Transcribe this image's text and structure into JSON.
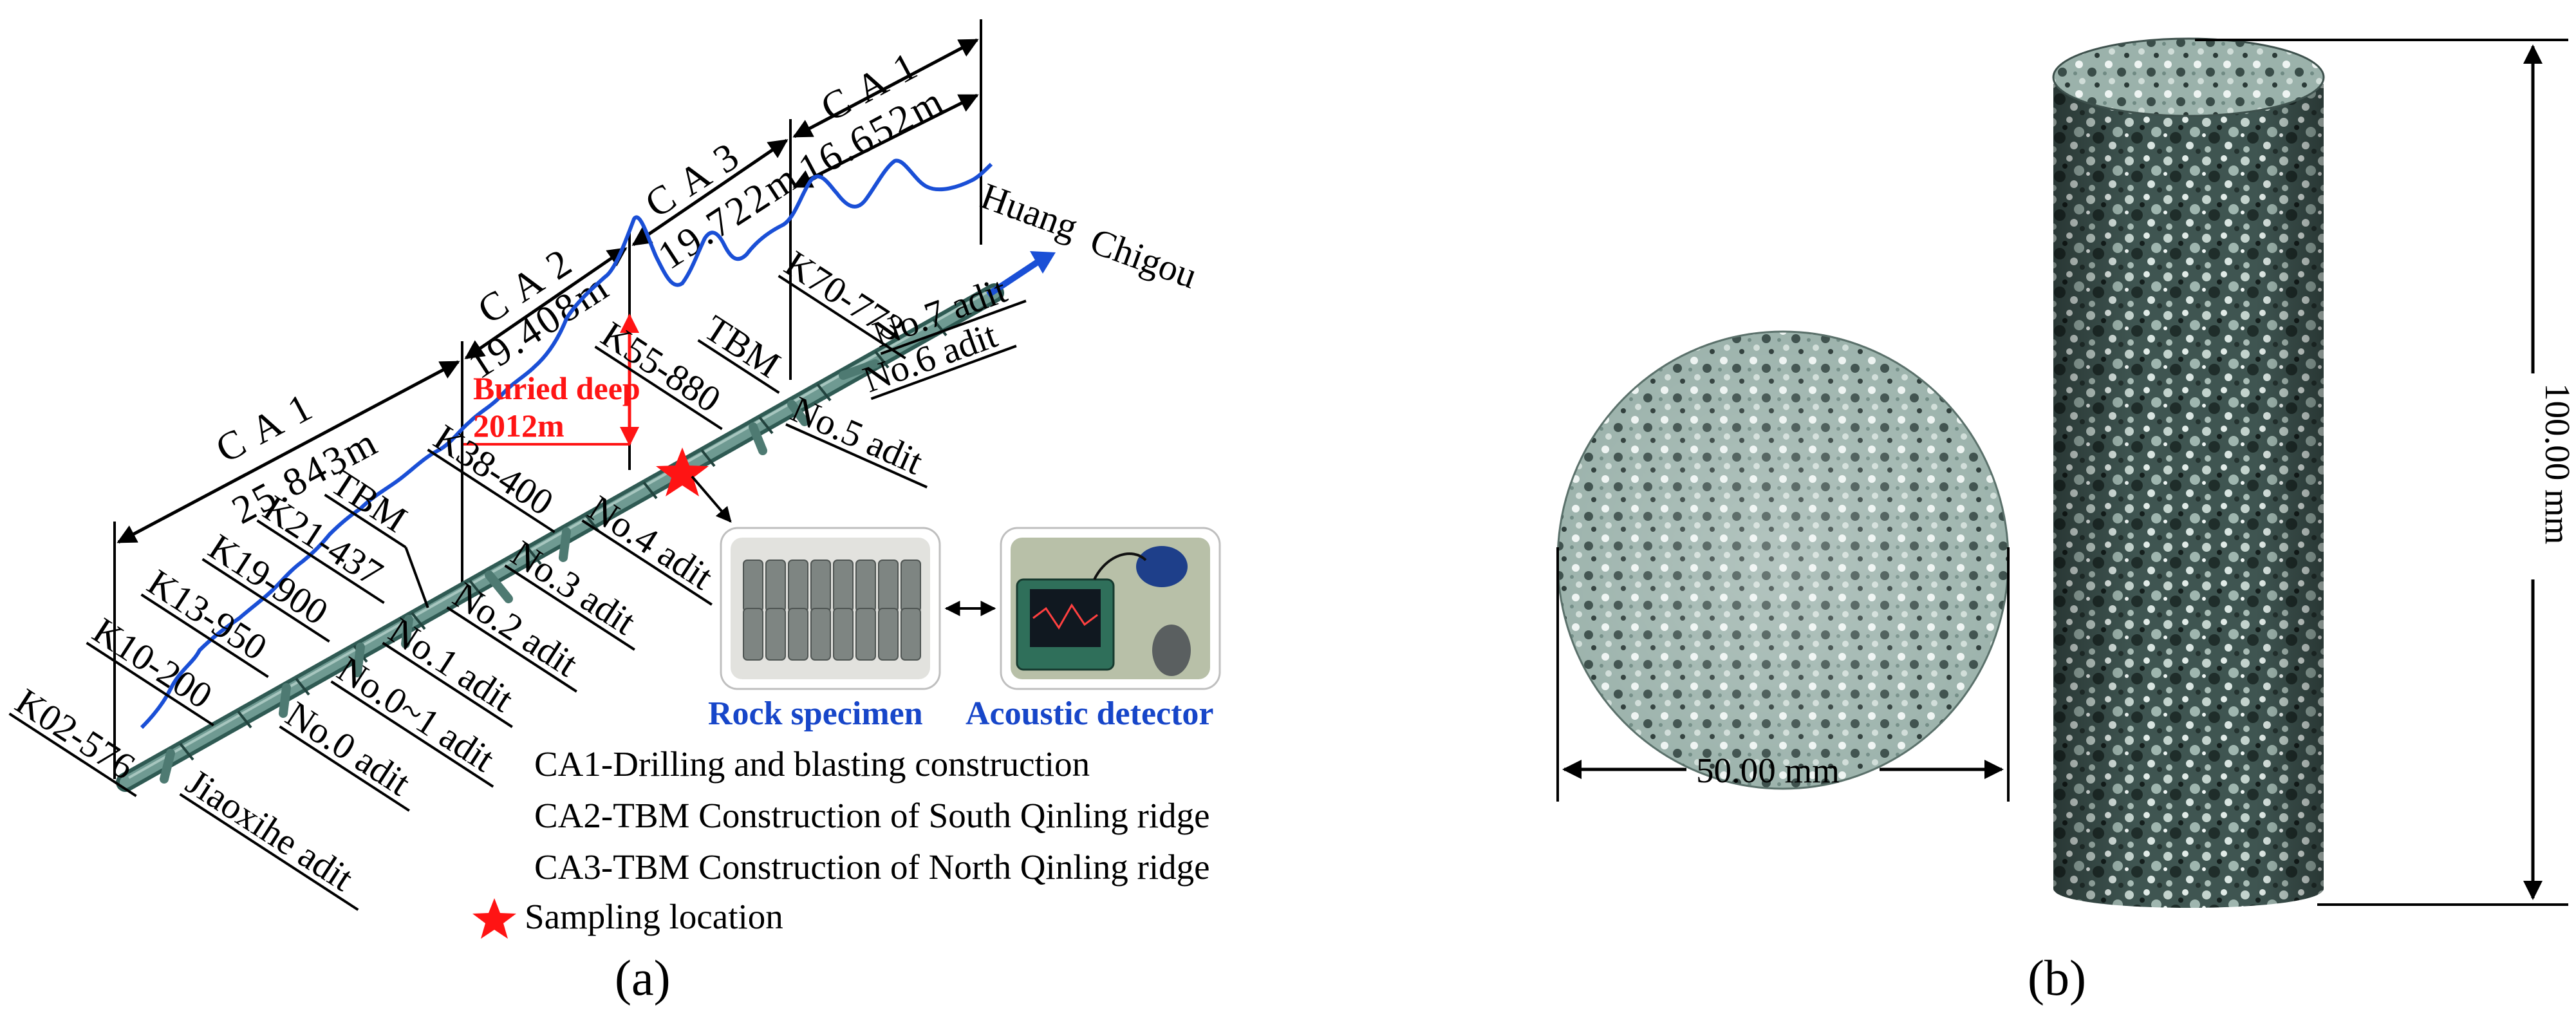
{
  "panel_a": {
    "label": "(a)",
    "construction_areas": [
      {
        "name": "C A 1",
        "length": "25.843m"
      },
      {
        "name": "C A 2",
        "length": "19.408m"
      },
      {
        "name": "C A 3",
        "length": "19.722m"
      },
      {
        "name": "C A 1",
        "length": "16.652m"
      }
    ],
    "destination": {
      "line1": "Huang",
      "line2": "Chigou"
    },
    "stations": [
      "K02-576",
      "K10-200",
      "K13-950",
      "K19-900",
      "K21-437",
      "K38-400",
      "K55-880",
      "K70-773"
    ],
    "tbm_labels": [
      "TBM",
      "TBM"
    ],
    "adits": [
      "Jiaoxihe adit",
      "No.0 adit",
      "No.0~1 adit",
      "No.1 adit",
      "No.2 adit",
      "No.3 adit",
      "No.4 adit",
      "No.5 adit",
      "No.6 adit",
      "No.7 adit"
    ],
    "burial": {
      "line1": "Buried deep",
      "line2": "2012m"
    },
    "photo_labels": {
      "rock": "Rock specimen",
      "detector": "Acoustic detector"
    },
    "legend": [
      "CA1-Drilling and blasting construction",
      "CA2-TBM Construction of South Qinling ridge",
      "CA3-TBM Construction of North Qinling ridge",
      "Sampling location"
    ],
    "colors": {
      "tunnel": "#4e7a72",
      "profile": "#1a4fd6",
      "burial": "#ff1414",
      "label_blue": "#1746c9"
    }
  },
  "panel_b": {
    "label": "(b)",
    "diameter": "50.00 mm",
    "height": "100.00 mm",
    "colors": {
      "rock_dark": "#24322f",
      "rock_light": "#b9ccc6"
    }
  }
}
